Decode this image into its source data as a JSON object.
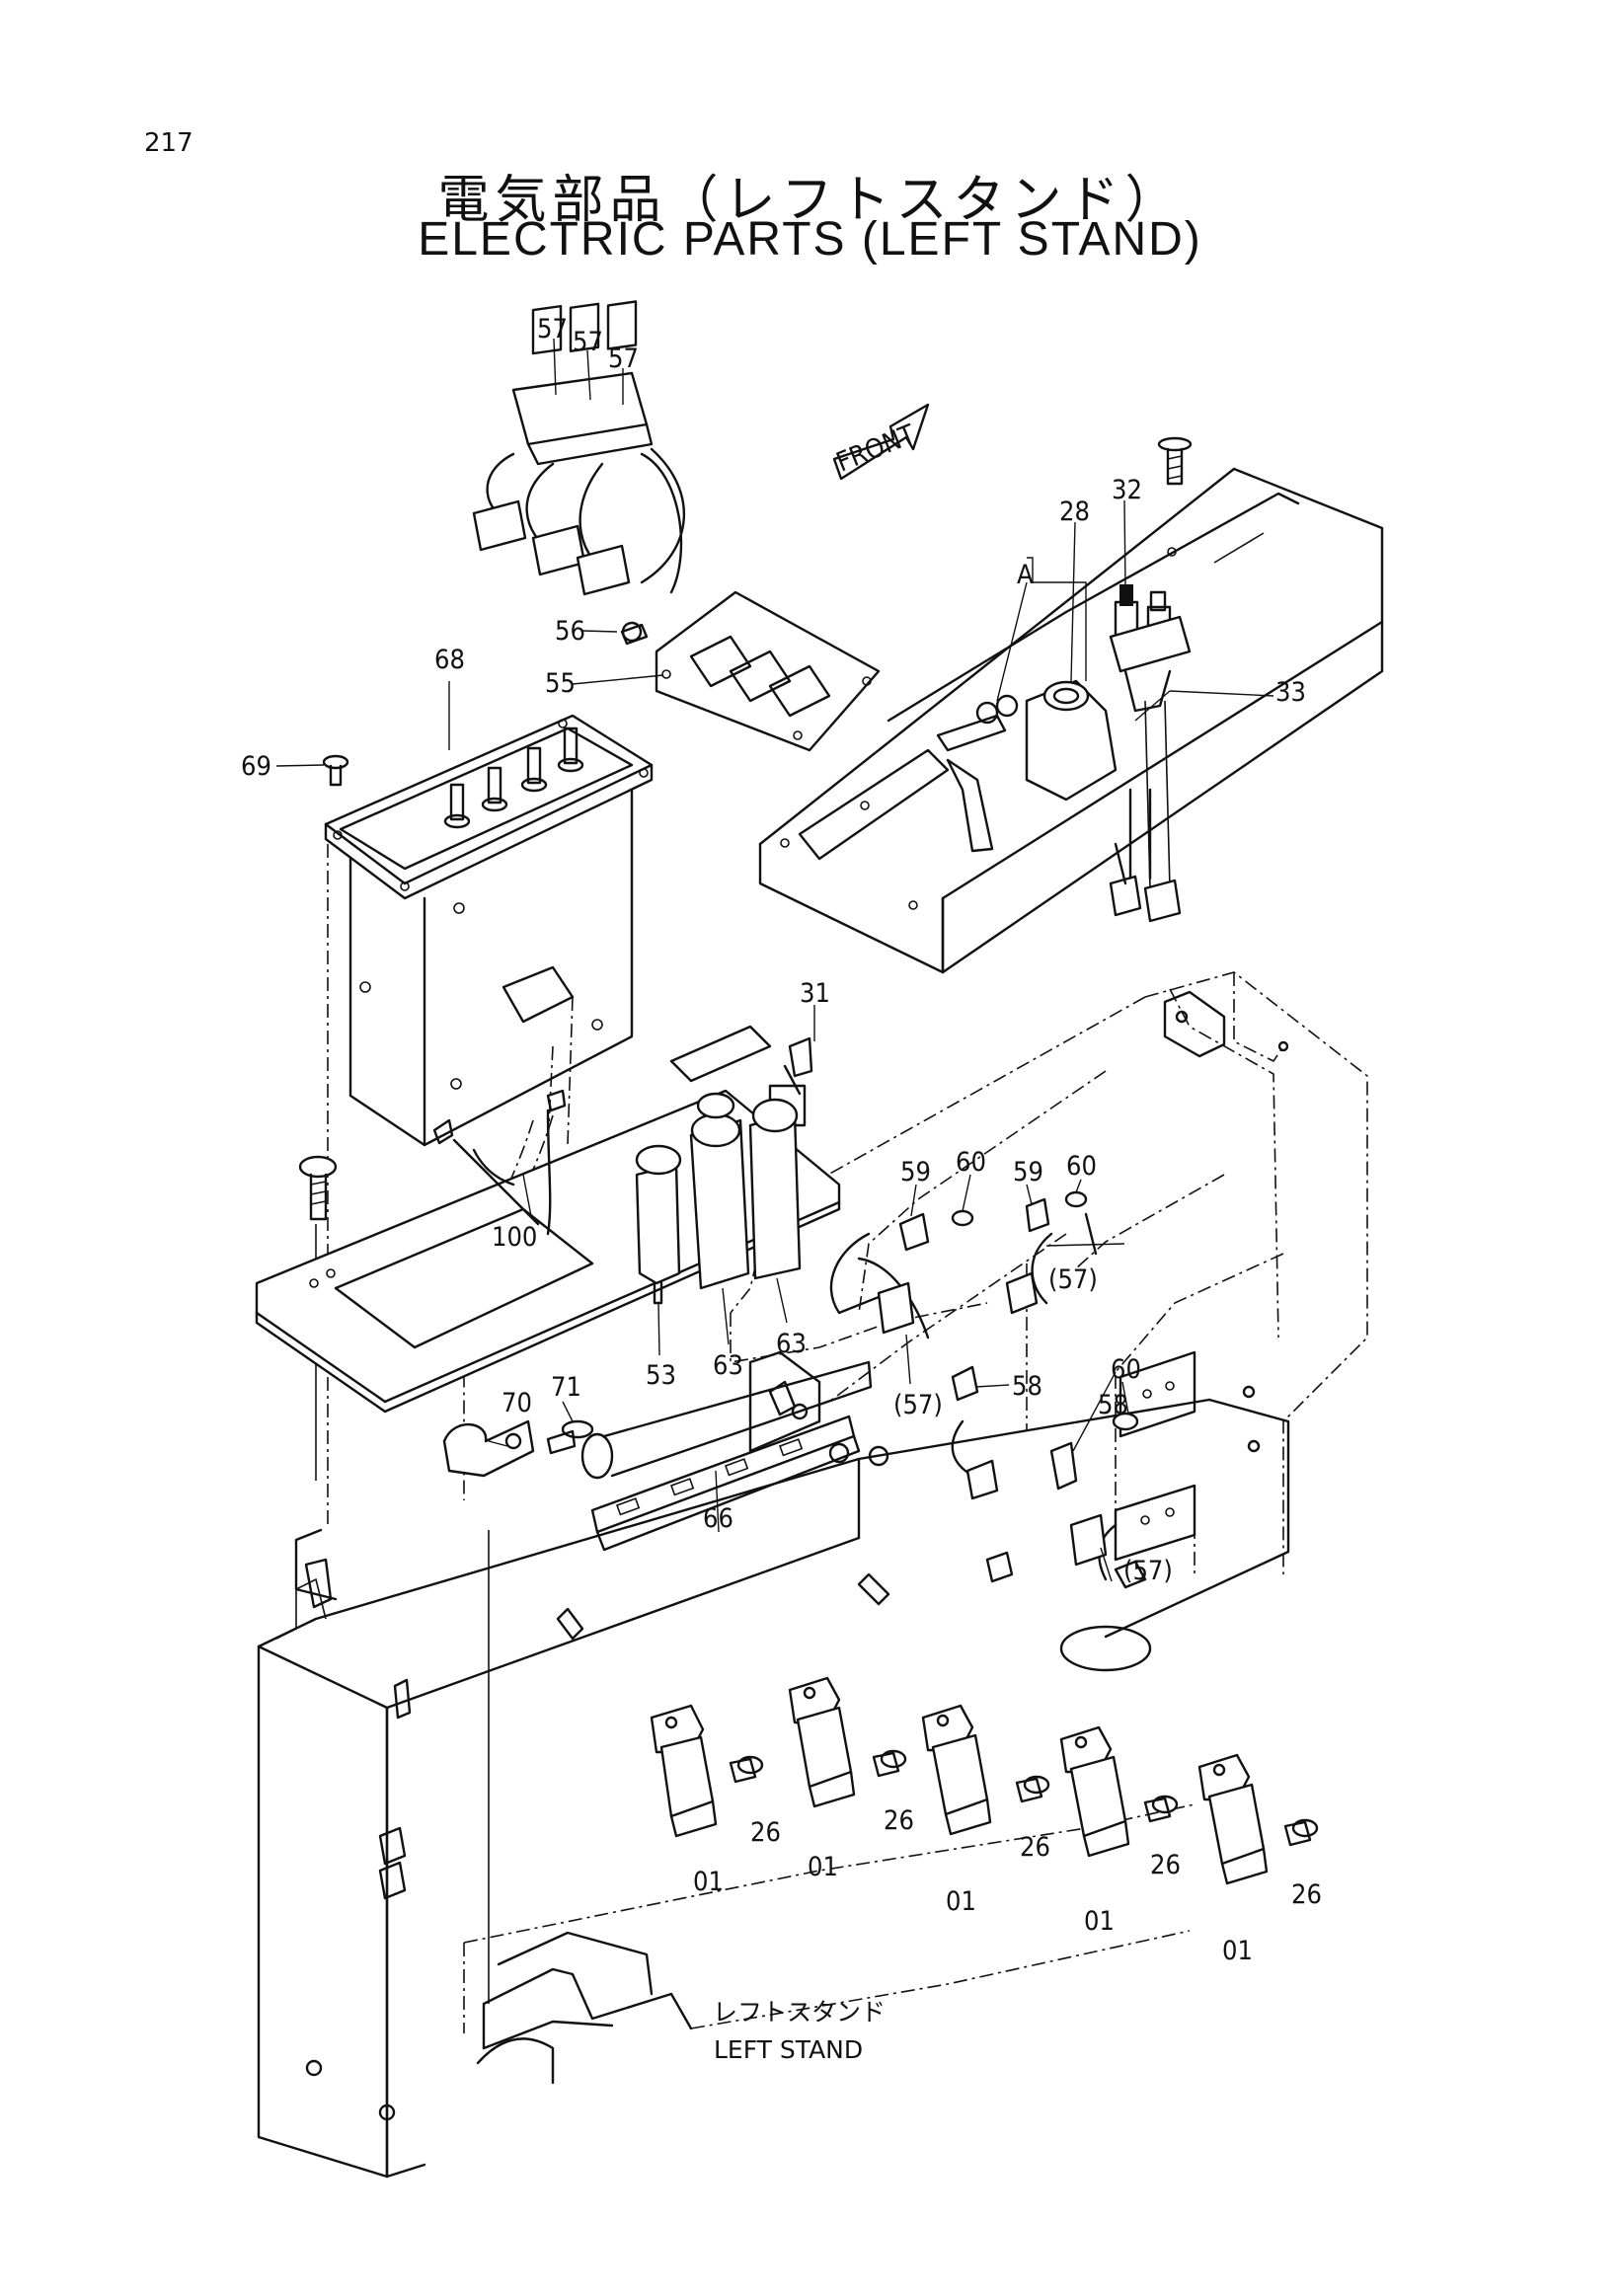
{
  "page_number": "217",
  "title_jp": "電気部品（レフトスタンド）",
  "title_en": "ELECTRIC PARTS (LEFT STAND)",
  "front_label": "FRONT",
  "view_label": "A",
  "caption_jp": "レフトスタンド",
  "caption_en": "LEFT STAND",
  "labels": {
    "p57a": "57",
    "p57b": "57",
    "p57c": "57",
    "p32": "32",
    "p28": "28",
    "p33": "33",
    "p56": "56",
    "p55": "55",
    "p68": "68",
    "p69": "69",
    "p31": "31",
    "p100": "100",
    "p53": "53",
    "p63a": "63",
    "p63b": "63",
    "p59a": "59",
    "p59b": "59",
    "p60a": "60",
    "p60b": "60",
    "p60c": "60",
    "p57d": "(57)",
    "p57e": "(57)",
    "p57f": "(57)",
    "p58a": "58",
    "p58b": "58",
    "p71": "71",
    "p70": "70",
    "p66": "66",
    "p26a": "26",
    "p26b": "26",
    "p26c": "26",
    "p26d": "26",
    "p26e": "26",
    "p01a": "01",
    "p01b": "01",
    "p01c": "01",
    "p01d": "01",
    "p01e": "01"
  },
  "icons": [
    "front-arrow-icon"
  ]
}
